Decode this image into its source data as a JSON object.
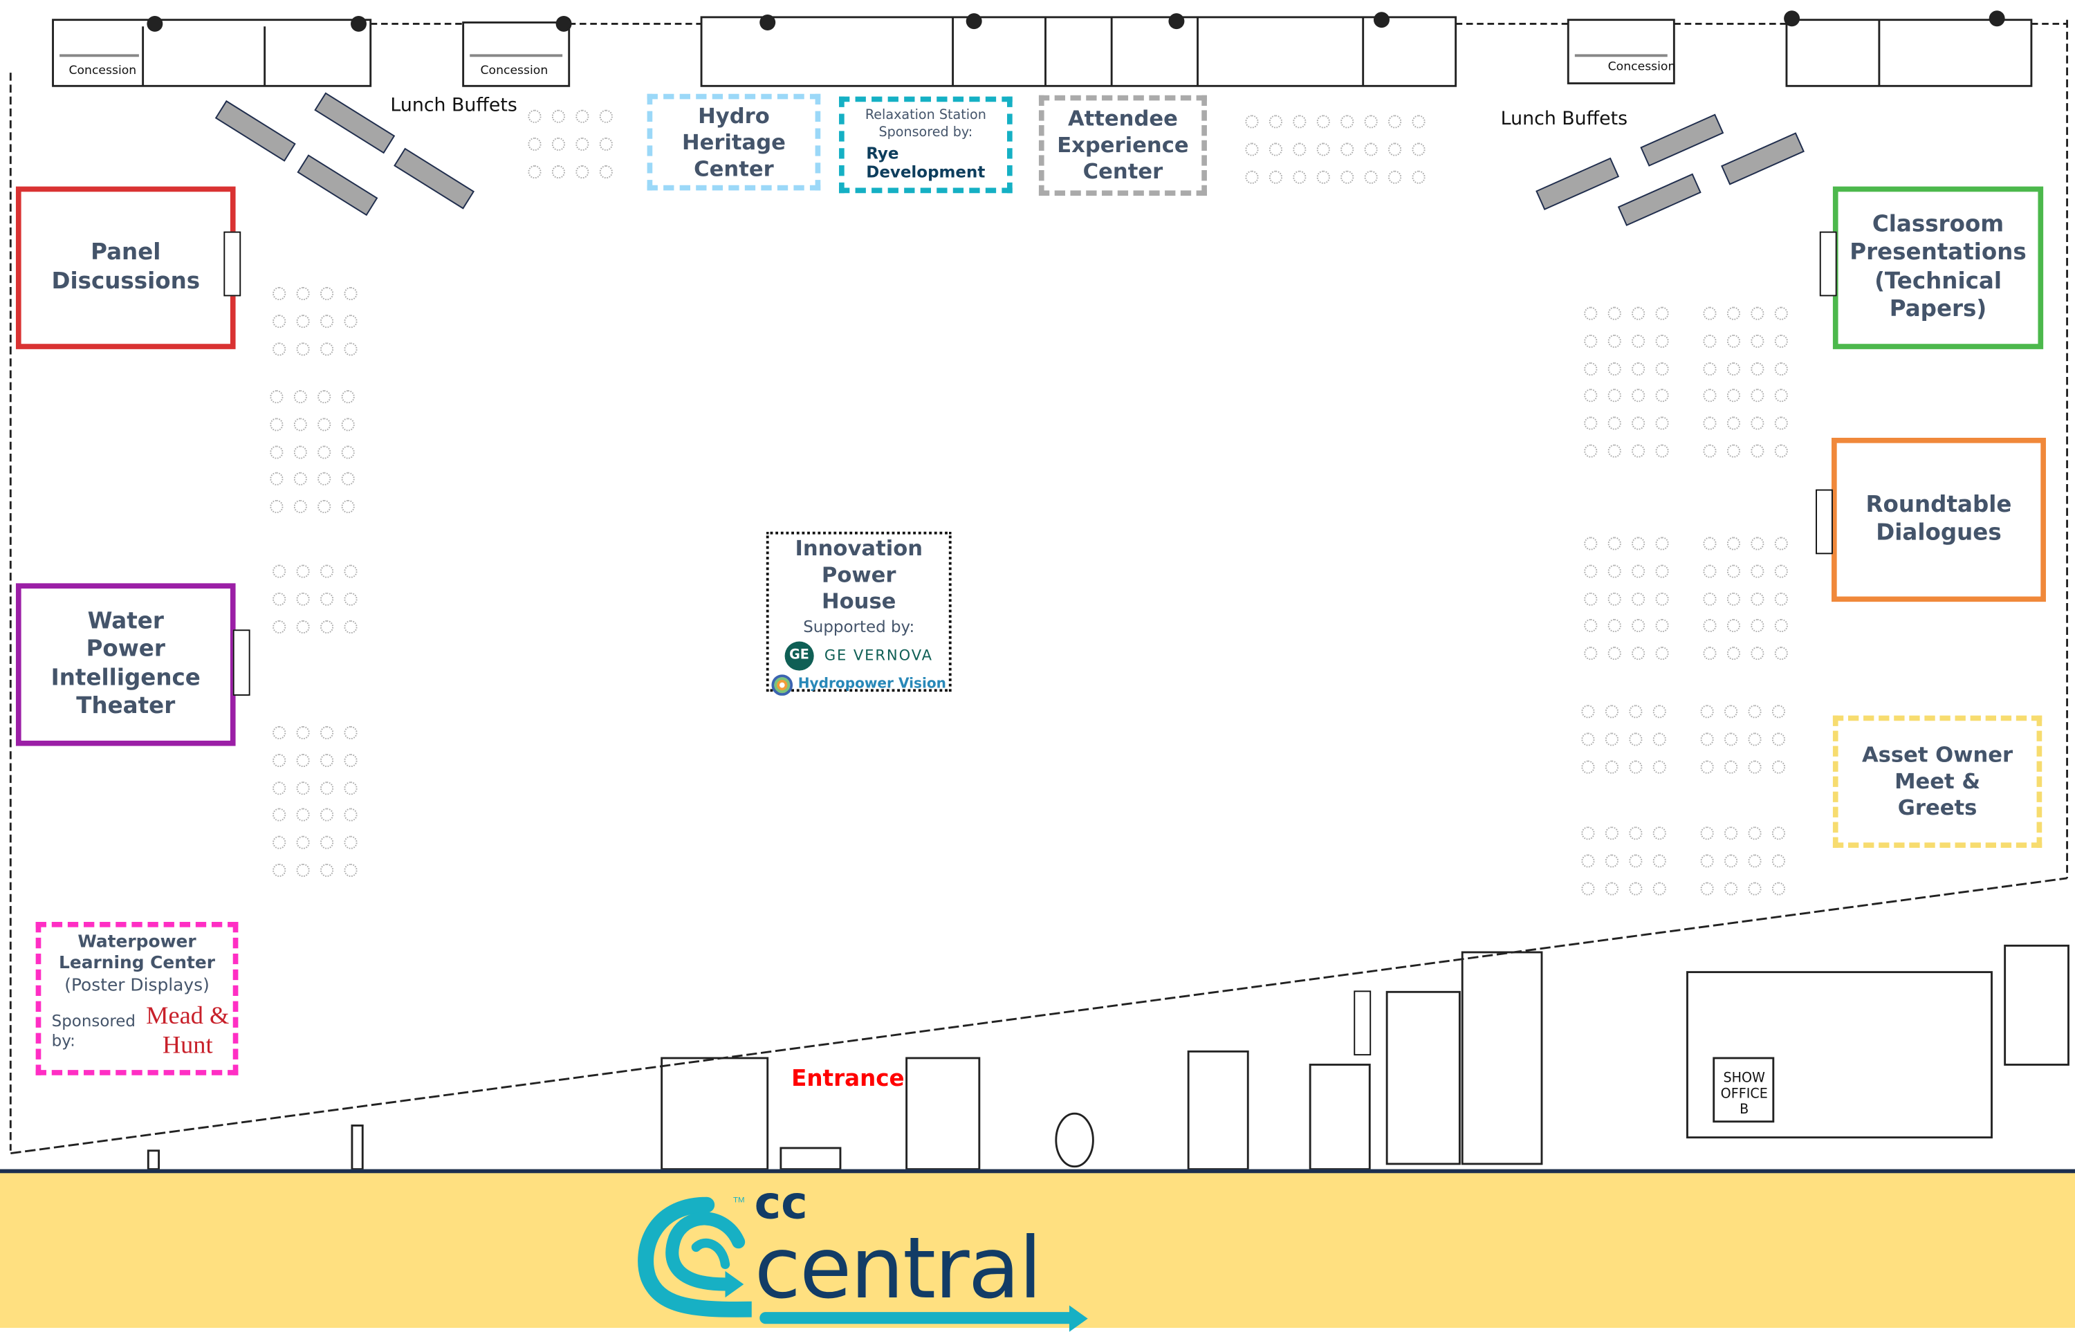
{
  "map": {
    "zones": {
      "panel": {
        "title": "Panel Discussions",
        "color": "#d93232"
      },
      "classroom": {
        "title": "Classroom Presentations (Technical Papers)",
        "color": "#4cb84c"
      },
      "roundtable": {
        "title": "Roundtable Dialogues",
        "color": "#f0883a"
      },
      "theater": {
        "title": "Water Power Intelligence Theater",
        "color": "#9b1fa6"
      },
      "asset": {
        "title": "Asset Owner Meet & Greets",
        "color": "#f7dc6f"
      },
      "hydro_heritage": {
        "title": "Hydro Heritage Center",
        "color": "#9bd8f8"
      },
      "relaxation": {
        "title": "Relaxation Station",
        "sponsored": "Sponsored by:",
        "sponsor": "Rye Development",
        "color": "#15b0c4"
      },
      "attendee": {
        "title": "Attendee Experience Center",
        "color": "#aaaaaa"
      },
      "innovation": {
        "title": "Innovation Power House",
        "supported": "Supported by:",
        "sponsor1": "GE VERNOVA",
        "sponsor2": "Hydropower Vision"
      },
      "learning": {
        "title": "Waterpower Learning Center",
        "subtitle": "(Poster Displays)",
        "sponsored": "Sponsored by:",
        "sponsor_logo": "Mead & Hunt",
        "color": "#ff2ec4"
      }
    },
    "labels": {
      "lunch_left": "Lunch Buffets",
      "lunch_right": "Lunch Buffets",
      "entrance": "Entrance",
      "concession": "Concession",
      "show_office": "SHOW OFFICE B"
    }
  },
  "footer": {
    "logo_text_top": "cc",
    "logo_text_main": "central",
    "logo_tm": "TM"
  }
}
